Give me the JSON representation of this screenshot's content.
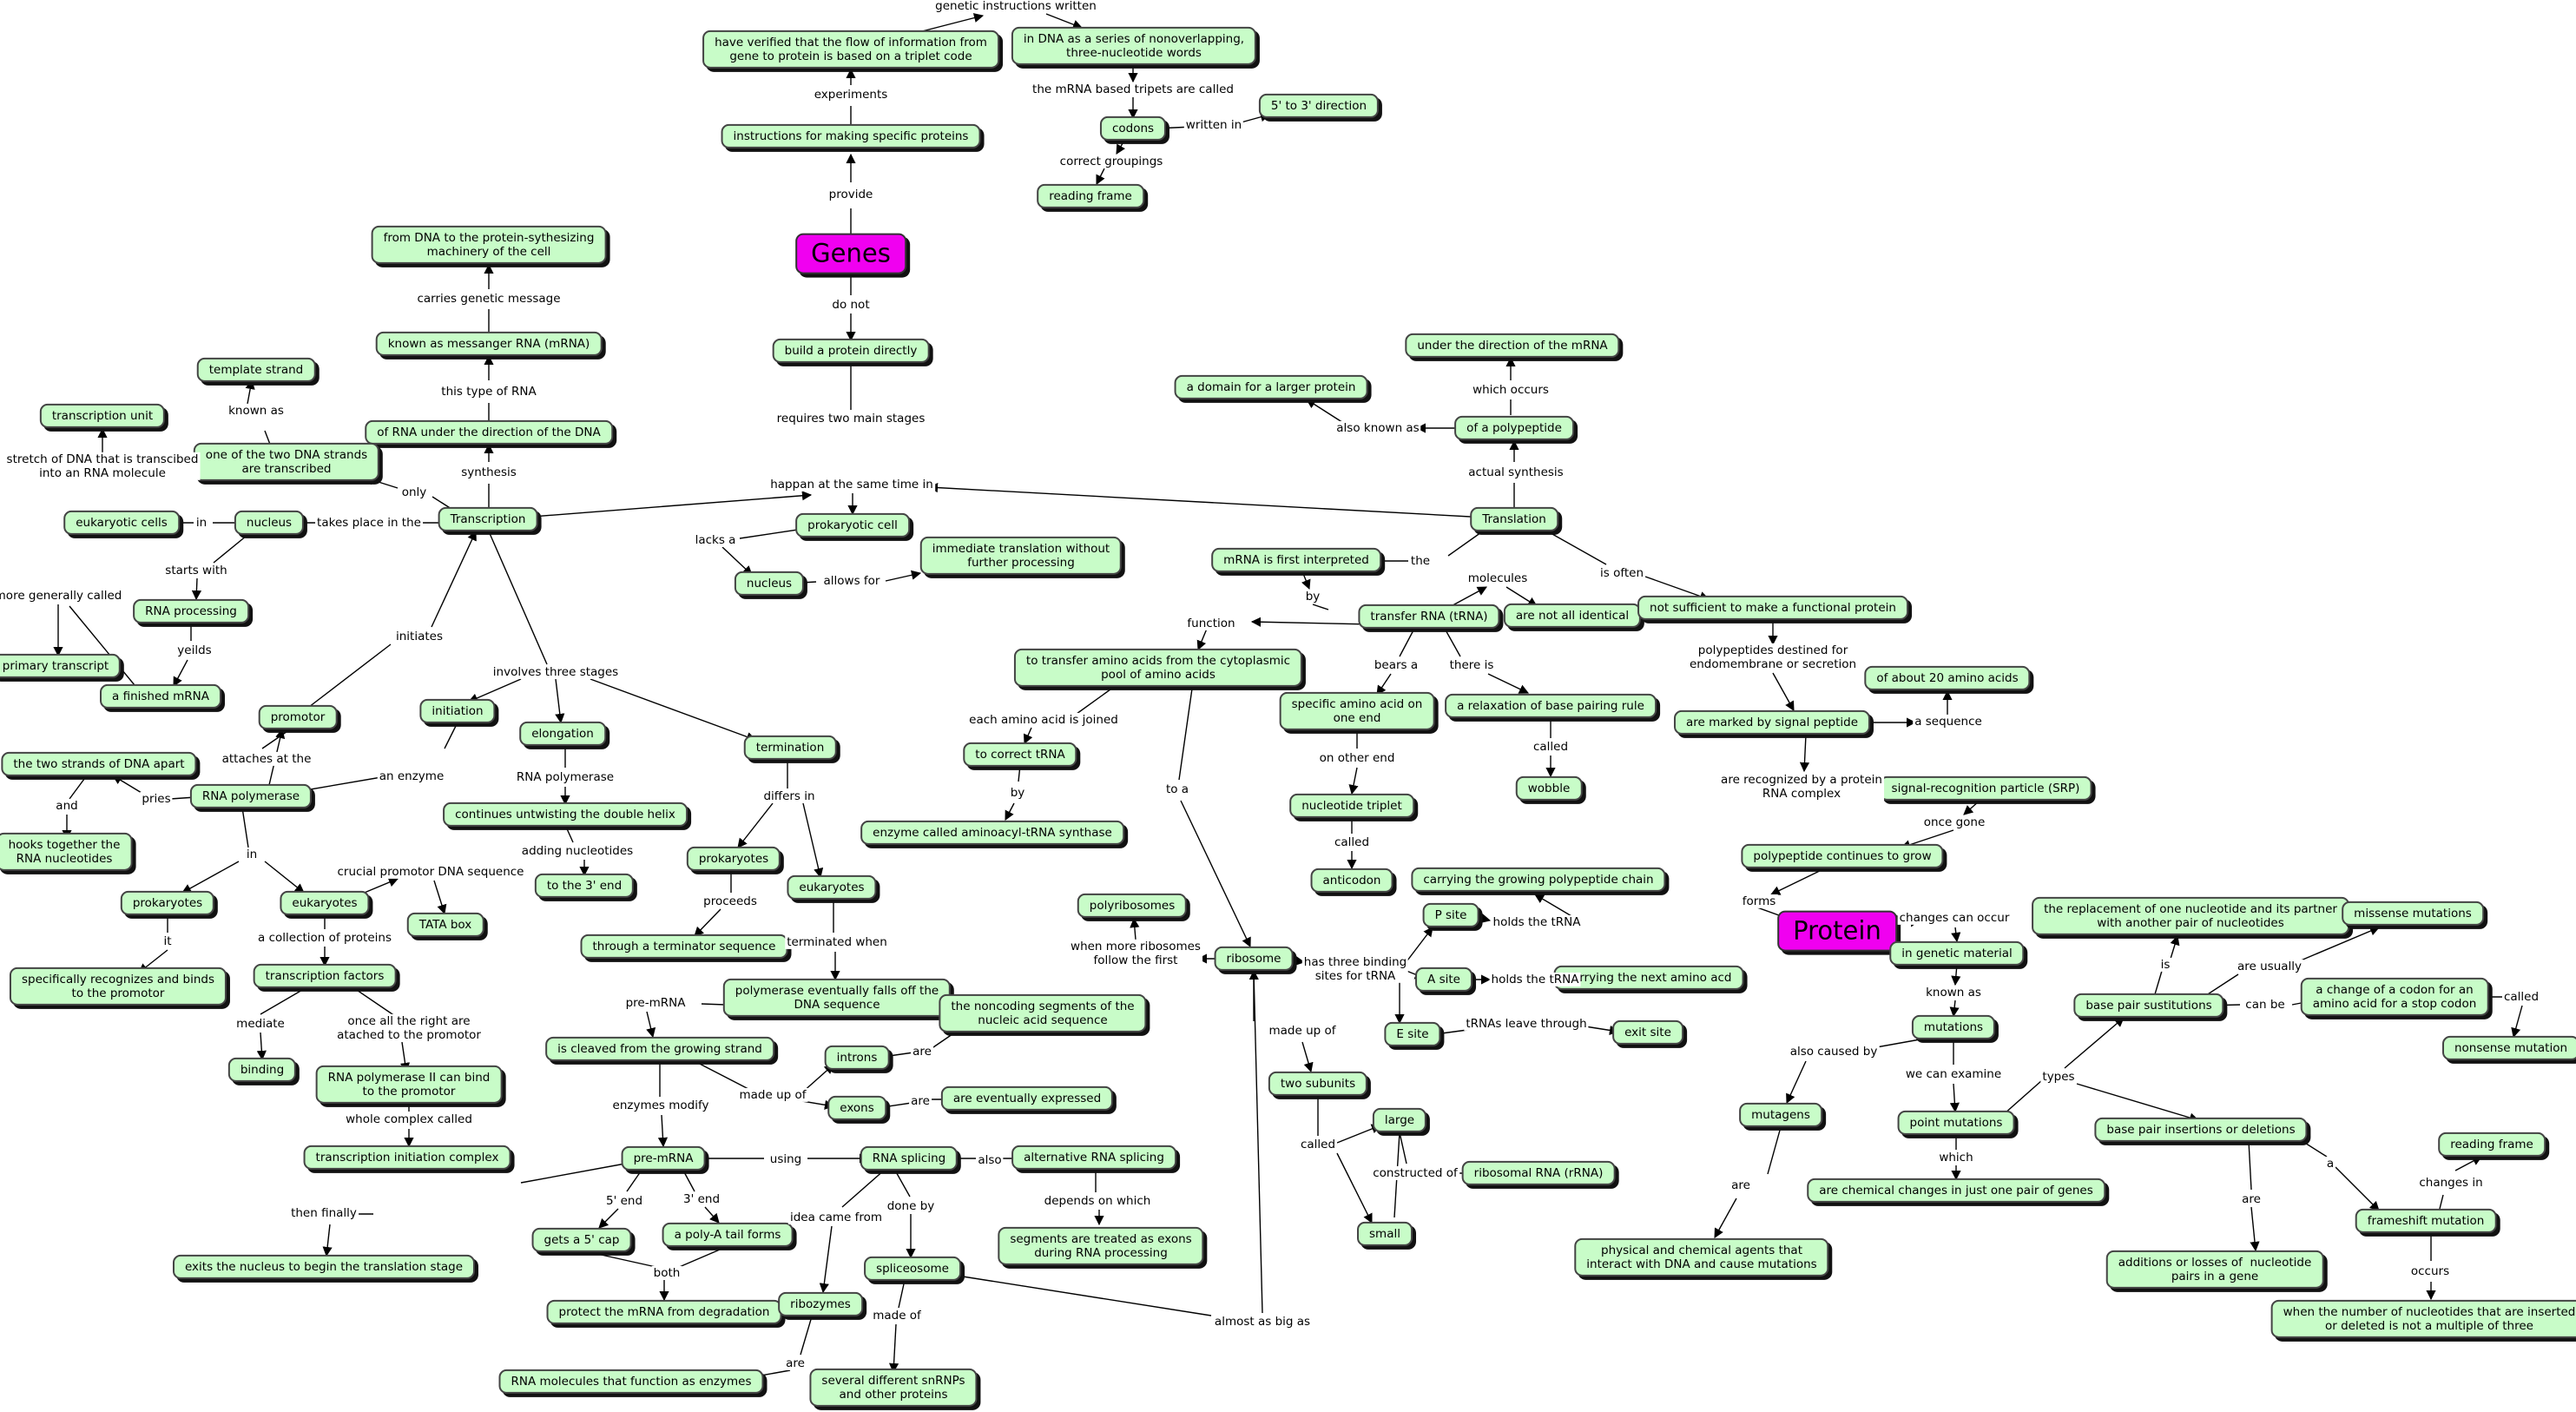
{
  "concepts": {
    "genes": "Genes",
    "protein": "Protein",
    "instr": "instructions for making specific proteins",
    "verified": "have verified that the flow of information from\ngene to protein is based on a triplet code",
    "innondna": "in DNA as a series of nonoverlapping,\nthree-nucleotide words",
    "codons": "codons",
    "dir53": "5' to 3' direction",
    "readframe1": "reading frame",
    "build": "build a protein directly",
    "fromdna": "from DNA to the protein-sythesizing\nmachinery of the cell",
    "knownmrna": "known as messanger RNA (mRNA)",
    "ofrna": "of RNA under the direction of the DNA",
    "template": "template strand",
    "transunit": "transcription unit",
    "onetwo": "one of the two DNA strands\nare transcribed",
    "transcription": "Transcription",
    "nucleus1": "nucleus",
    "eukcells": "eukaryotic cells",
    "rnaproc": "RNA processing",
    "primtrans": "primary transcript",
    "finmrna": "a finished mRNA",
    "promotor": "promotor",
    "twostrands": "the two strands of DNA apart",
    "hooks": "hooks together the\nRNA nucleotides",
    "rnapol": "RNA polymerase",
    "prok1": "prokaryotes",
    "euk1": "eukaryotes",
    "specrec": "specifically recognizes and binds\nto the promotor",
    "tata": "TATA box",
    "transfactors": "transcription factors",
    "binding": "binding",
    "rnapol2": "RNA polymerase II can bind\nto the promotor",
    "tic": "transcription initiation complex",
    "initiation": "initiation",
    "elongation": "elongation",
    "termination": "termination",
    "contunw": "continues untwisting the double helix",
    "to3end": "to the 3' end",
    "prok2": "prokaryotes",
    "euk2": "eukaryotes",
    "termseq": "through a terminator sequence",
    "polfall": "polymerase eventually falls off the\nDNA sequence",
    "cleaved": "is cleaved from the growing strand",
    "introns": "introns",
    "exons": "exons",
    "noncoding": "the noncoding segments of the\nnucleic acid sequence",
    "expressed": "are eventually expressed",
    "premrna": "pre-mRNA",
    "rnasplicing": "RNA splicing",
    "altsplicing": "alternative RNA splicing",
    "segments": "segments are treated as exons\nduring RNA processing",
    "getscap": "gets a 5' cap",
    "polya": "a poly-A tail forms",
    "protect": "protect the mRNA from degradation",
    "exits": "exits the nucleus to begin the translation stage",
    "spliceosome": "spliceosome",
    "ribozymes": "ribozymes",
    "rnamol": "RNA molecules that function as enzymes",
    "snrnp": "several different snRNPs\nand other proteins",
    "prokcell": "prokaryotic cell",
    "nucleus2": "nucleus",
    "immediate": "immediate translation without\nfurther processing",
    "translation": "Translation",
    "ofpoly": "of a polypeptide",
    "underdir": "under the direction of the mRNA",
    "domain": "a domain for a larger protein",
    "mrnafirst": "mRNA is first interpreted",
    "trna": "transfer RNA (tRNA)",
    "notident": "are not all identical",
    "notsuff": "not sufficient to make a functional protein",
    "transferaa": "to transfer amino acids from the cytoplasmic\npool of amino acids",
    "tocorrect": "to correct tRNA",
    "enzyme": "enzyme called aminoacyl-tRNA synthase",
    "specaa": "specific amino acid on\none end",
    "relax": "a relaxation of base pairing rule",
    "wobble": "wobble",
    "triplet": "nucleotide triplet",
    "anticodon": "anticodon",
    "polyribo": "polyribosomes",
    "ribosome": "ribosome",
    "psite": "P site",
    "asite": "A site",
    "esite": "E site",
    "carrygrow": "carrying the growing polypeptide chain",
    "carrynext": "carrying the next amino acd",
    "exitsite": "exit site",
    "twosub": "two subunits",
    "large": "large",
    "small": "small",
    "rrna": "ribosomal RNA (rRNA)",
    "signalpep": "are marked by signal peptide",
    "about20": "of about 20 amino acids",
    "srp": "signal-recognition particle (SRP)",
    "polycont": "polypeptide continues to grow",
    "ingenetic": "in genetic material",
    "mutations": "mutations",
    "mutagens": "mutagens",
    "physchem": "physical and chemical agents that\ninteract with DNA and cause mutations",
    "pointmut": "point mutations",
    "chemchanges": "are chemical changes in just one pair of genes",
    "basepairsub": "base pair sustitutions",
    "replacement": "the replacement of one nucleotide and its partner\nwith another pair of nucleotides",
    "missense": "missense mutations",
    "achange": "a change of a codon for an\namino acid for a stop codon",
    "nonsense": "nonsense mutation",
    "bpinsdel": "base pair insertions or deletions",
    "addloss": "additions or losses of  nucleotide\npairs in a gene",
    "frameshift": "frameshift mutation",
    "readframe2": "reading frame",
    "whennum": "when the number of nucleotides that are inserted\nor deleted is not a multiple of three"
  },
  "links": {
    "genetic": "genetic instructions written",
    "experiments": "experiments",
    "provide": "provide",
    "mrnatrip": "the mRNA based tripets are called",
    "writtenin": "written in",
    "correctgroup": "correct groupings",
    "donot": "do not",
    "requires": "requires two main stages",
    "carries": "carries genetic message",
    "thistype": "this type of RNA",
    "synthesis": "synthesis",
    "knownas1": "known as",
    "stretch": "stretch of DNA that is transcibed\ninto an RNA molecule",
    "only": "only",
    "takesplace": "takes place in the",
    "in1": "in",
    "startswith": "starts with",
    "moregen": "more generally called",
    "yeilds": "yeilds",
    "initiates": "initiates",
    "attaches": "attaches at the",
    "pries": "pries",
    "and1": "and",
    "in2": "in",
    "it": "it",
    "crucial": "crucial promotor DNA sequence",
    "collection": "a collection of proteins",
    "mediate": "mediate",
    "onceall": "once all the right are\natached to the promotor",
    "wholecomplex": "whole complex called",
    "anenzyme": "an enzyme",
    "involves": "involves three stages",
    "rnapolymerase": "RNA polymerase",
    "addingnuc": "adding nucleotides",
    "differsin": "differs in",
    "proceeds": "proceeds",
    "terminatedwhen": "terminated when",
    "premrnalbl": "pre-mRNA",
    "enzymesmod": "enzymes modify",
    "madeup1": "made up of",
    "are1": "are",
    "are2": "are",
    "using": "using",
    "also": "also",
    "dependson": "depends on which",
    "end5": "5' end",
    "end3": "3' end",
    "both": "both",
    "thenfinally": "then finally",
    "ideacame": "idea came from",
    "doneby": "done by",
    "madeof": "made of",
    "are3": "are",
    "almost": "almost as big as",
    "happan": "happan at the same time in",
    "lacksa": "lacks a",
    "allowsfor": "allows for",
    "actualsyn": "actual synthesis",
    "whichoccurs": "which occurs",
    "alsoknown": "also known as",
    "the": "the",
    "by1": "by",
    "molecules": "molecules",
    "isoften": "is often",
    "function": "function",
    "eachaa": "each amino acid is joined",
    "by2": "by",
    "toa": "to a",
    "bearsa": "bears a",
    "thereis": "there is",
    "called1": "called",
    "onother": "on other end",
    "called2": "called",
    "whenmore": "when more ribosomes\nfollow the first",
    "hasthree": "has three binding\nsites for tRNA",
    "holds1": "holds the tRNA",
    "holds2": "holds the tRNA",
    "trnasleave": "tRNAs leave through",
    "madeup2": "made up of",
    "called3": "called",
    "constructed": "constructed of",
    "polydest": "polypeptides destined for\nendomembrane or secretion",
    "aseq": "a sequence",
    "arerecog": "are recognized by a protein\nRNA complex",
    "oncegone": "once gone",
    "forms": "forms",
    "changes": "changes can occur",
    "knownas2": "known as",
    "alsocaused": "also caused by",
    "are4": "are",
    "wecanexam": "we can examine",
    "which": "which",
    "types": "types",
    "is": "is",
    "areusually": "are usually",
    "canbe": "can be",
    "called4": "called",
    "are5": "are",
    "a": "a",
    "changesin": "changes in",
    "occurs": "occurs"
  }
}
